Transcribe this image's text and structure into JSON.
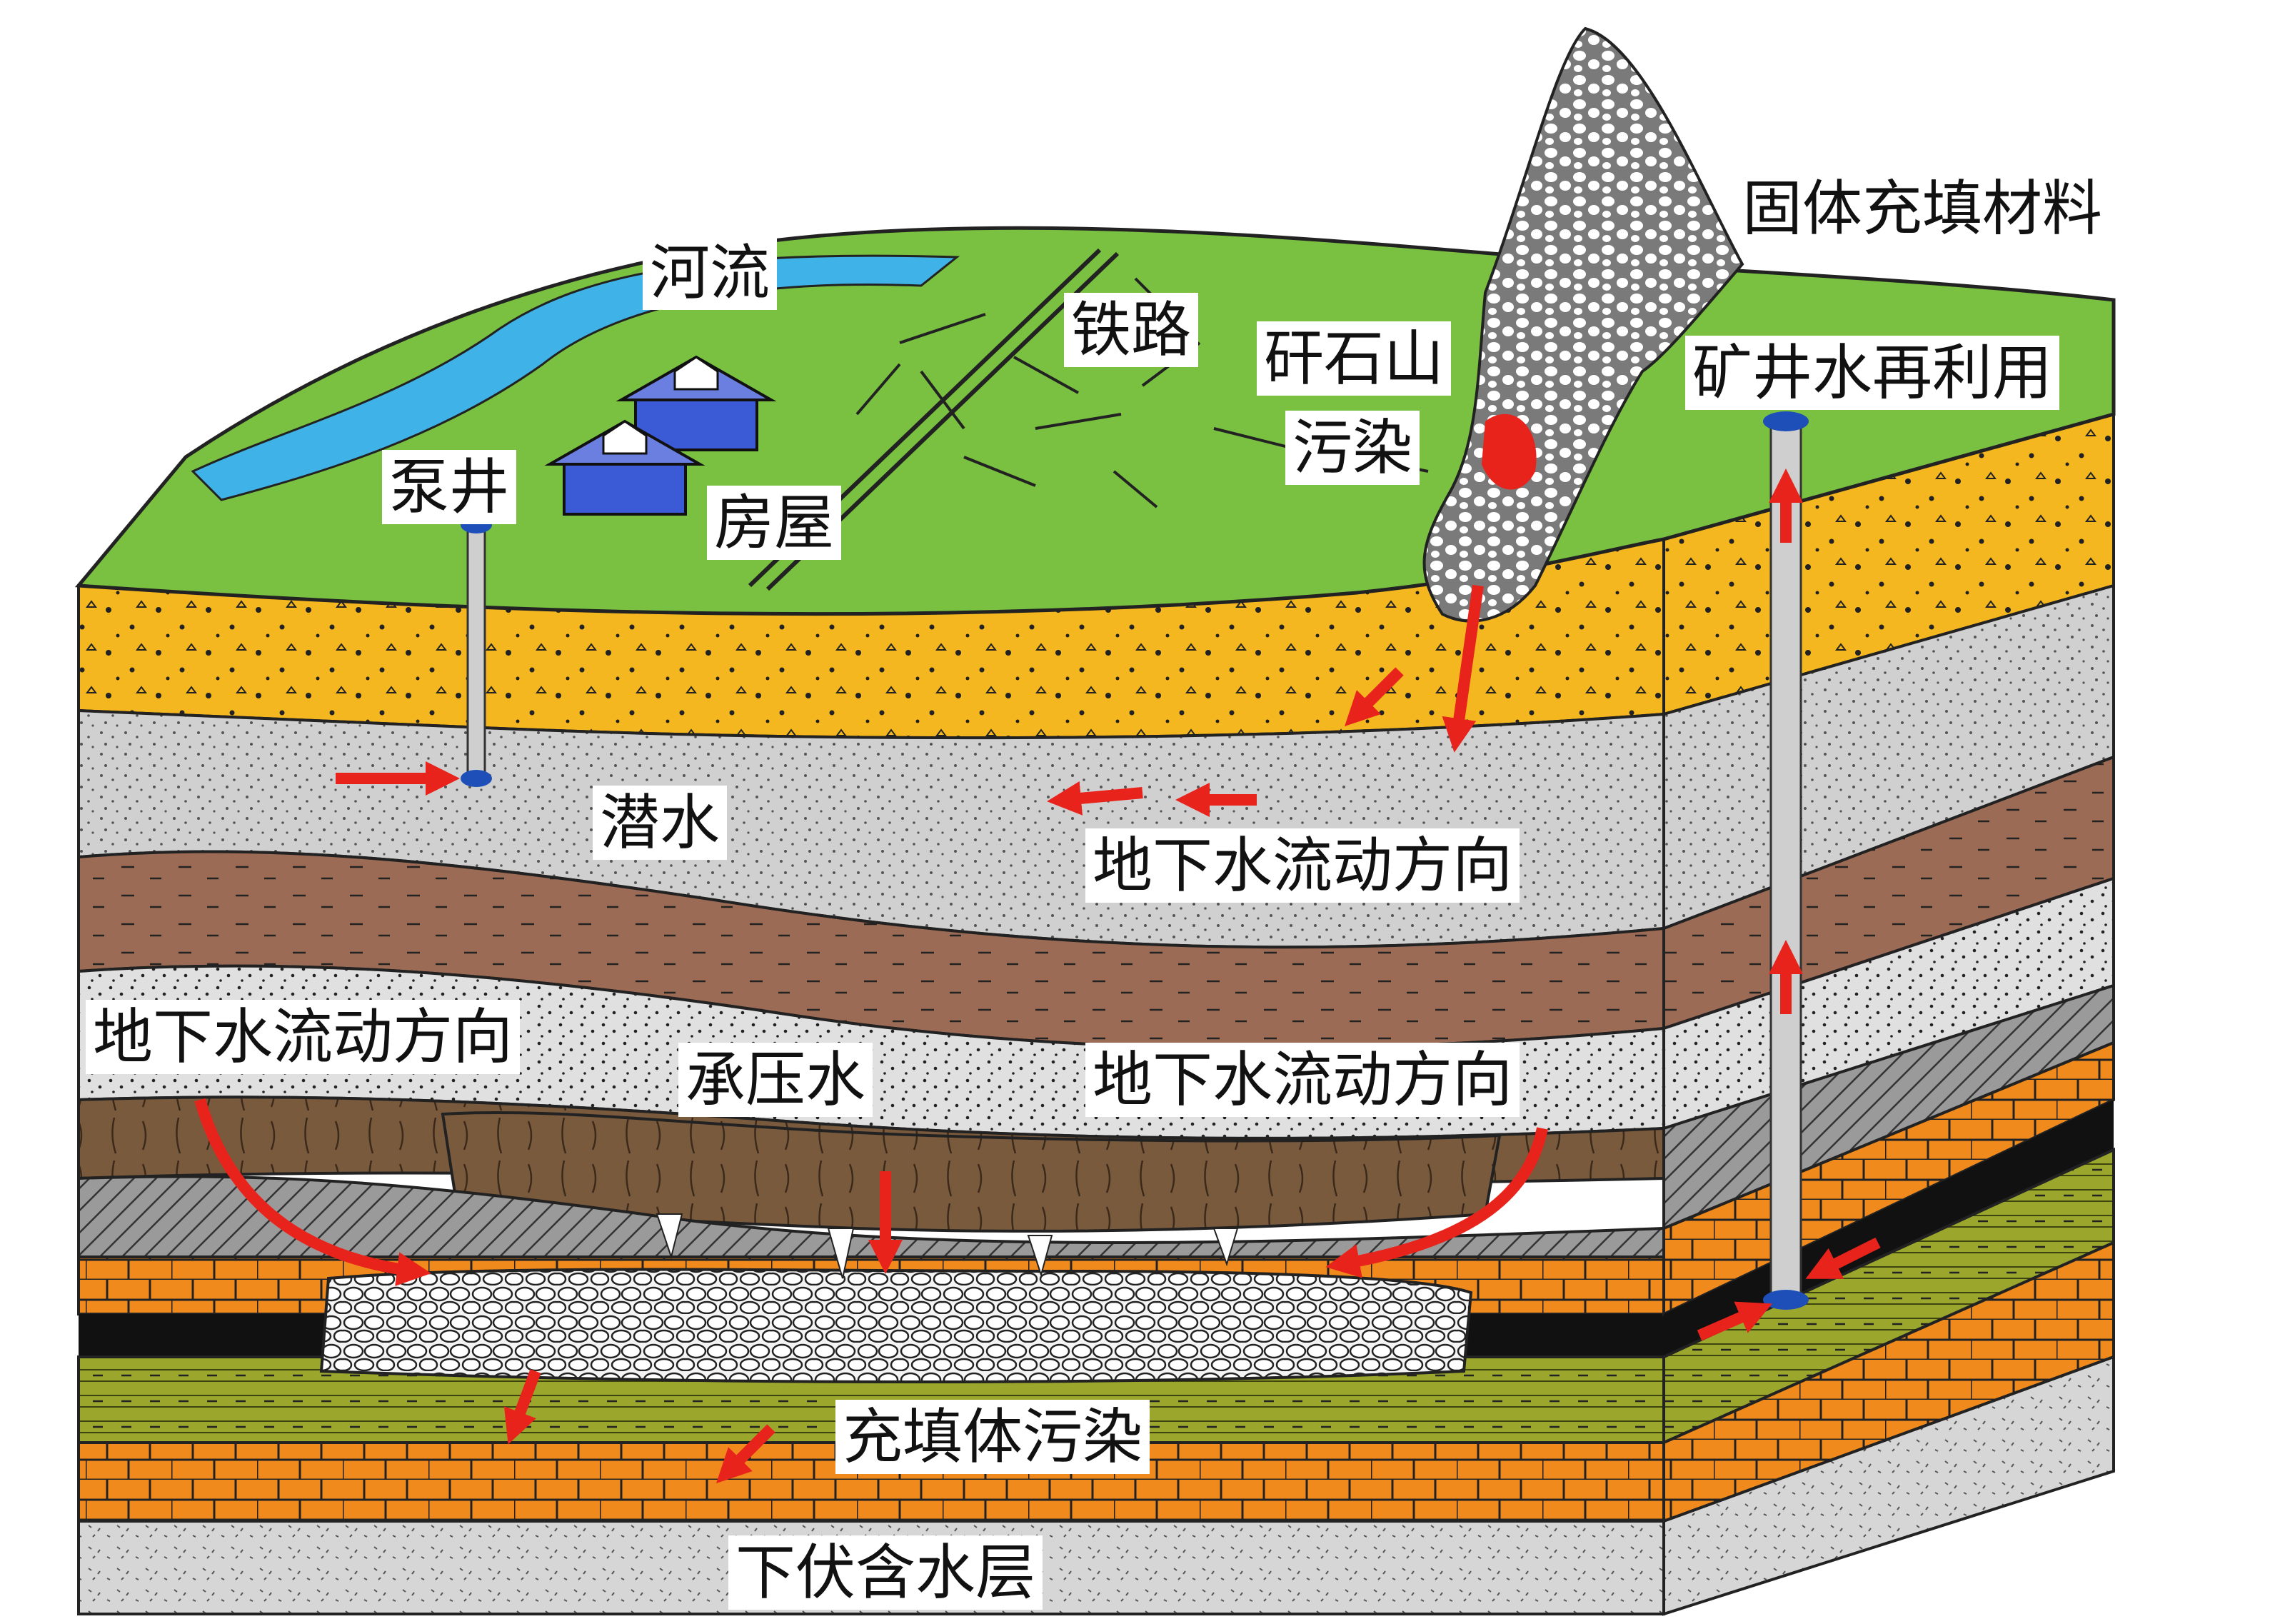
{
  "labels": {
    "river": "河流",
    "railway": "铁路",
    "gangue_pollution_1": "矸石山",
    "gangue_pollution_2": "污染",
    "solid_fill": "固体充填材料",
    "mine_water_reuse": "矿井水再利用",
    "pump_well": "泵井",
    "houses": "房屋",
    "phreatic_water": "潜水",
    "flow_dir_upper": "地下水流动方向",
    "flow_dir_left": "地下水流动方向",
    "confined_water": "承压水",
    "flow_dir_mid": "地下水流动方向",
    "fill_pollution": "充填体污染",
    "lower_aquifer": "下伏含水层"
  },
  "colors": {
    "grass": "#7ac142",
    "river": "#3fb3e8",
    "sand_yellow": "#f5b71f",
    "gravel_grey": "#cfcfcf",
    "brown_clay": "#9c6b55",
    "dark_brown": "#7a5a3d",
    "hatch_grey": "#8a8a8a",
    "orange_brick": "#f08a1c",
    "coal_black": "#111111",
    "olive_shale": "#9aa62c",
    "arrow_red": "#e8231c",
    "well_blue": "#1e4fb8"
  }
}
